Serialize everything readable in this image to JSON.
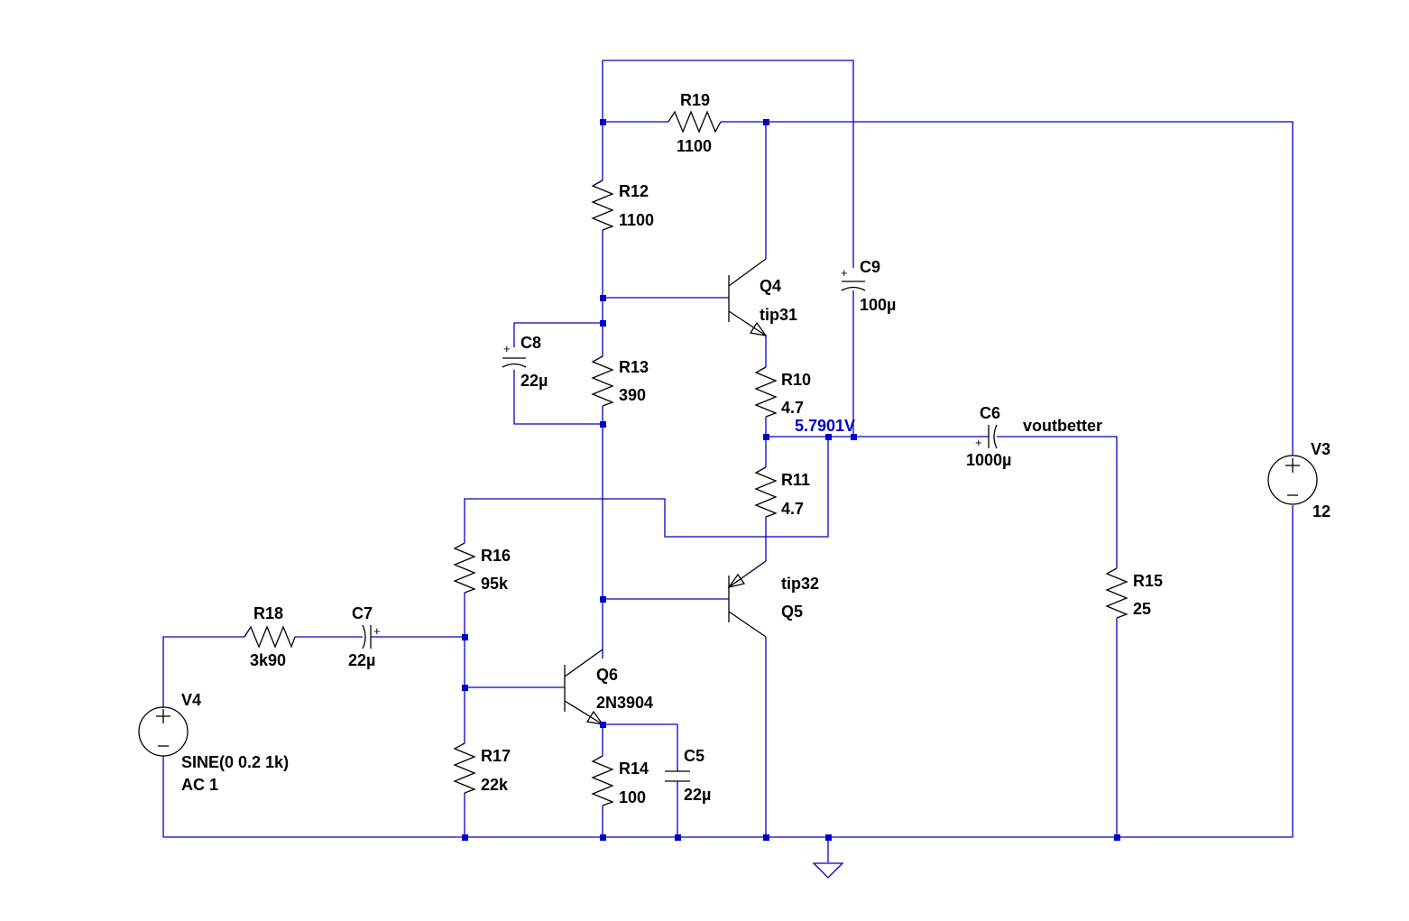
{
  "components": {
    "R19": {
      "name": "R19",
      "value": "1100"
    },
    "R12": {
      "name": "R12",
      "value": "1100"
    },
    "R13": {
      "name": "R13",
      "value": "390"
    },
    "R10": {
      "name": "R10",
      "value": "4.7"
    },
    "R11": {
      "name": "R11",
      "value": "4.7"
    },
    "R16": {
      "name": "R16",
      "value": "95k"
    },
    "R17": {
      "name": "R17",
      "value": "22k"
    },
    "R14": {
      "name": "R14",
      "value": "100"
    },
    "R18": {
      "name": "R18",
      "value": "3k90"
    },
    "R15": {
      "name": "R15",
      "value": "25"
    },
    "C9": {
      "name": "C9",
      "value": "100µ"
    },
    "C8": {
      "name": "C8",
      "value": "22µ"
    },
    "C6": {
      "name": "C6",
      "value": "1000µ"
    },
    "C7": {
      "name": "C7",
      "value": "22µ"
    },
    "C5": {
      "name": "C5",
      "value": "22µ"
    },
    "Q4": {
      "name": "Q4",
      "model": "tip31"
    },
    "Q5": {
      "name": "Q5",
      "model": "tip32"
    },
    "Q6": {
      "name": "Q6",
      "model": "2N3904"
    },
    "V3": {
      "name": "V3",
      "value": "12"
    },
    "V4": {
      "name": "V4",
      "value": "SINE(0 0.2 1k)",
      "ac": "AC 1"
    }
  },
  "net_labels": {
    "output": "voutbetter",
    "midpoint_voltage": "5.7901V"
  },
  "colors": {
    "wire": "#0000cc",
    "component": "#000000",
    "background": "#ffffff"
  }
}
